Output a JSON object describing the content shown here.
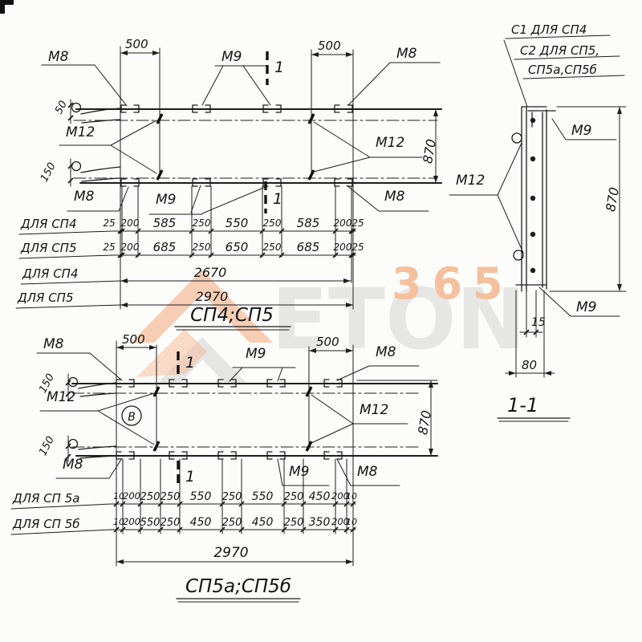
{
  "watermark": {
    "brand": "ETON",
    "number": "365"
  },
  "upper": {
    "title": "СП4;СП5",
    "dim_500": "500",
    "dim_50": "50",
    "dim_150": "150",
    "dim_870": "870",
    "section_mark": "1",
    "m8": "М8",
    "m9": "М9",
    "m12": "М12",
    "rows": [
      {
        "label": "ДЛЯ СП4",
        "values": [
          "25",
          "200",
          "585",
          "250",
          "550",
          "250",
          "585",
          "200",
          "25"
        ]
      },
      {
        "label": "ДЛЯ СП5",
        "values": [
          "25",
          "200",
          "685",
          "250",
          "650",
          "250",
          "685",
          "200",
          "25"
        ]
      }
    ],
    "totals": [
      {
        "label": "ДЛЯ СП4",
        "value": "2670"
      },
      {
        "label": "ДЛЯ СП5",
        "value": "2970"
      }
    ]
  },
  "section": {
    "title": "1-1",
    "notes": [
      "С1 ДЛЯ СП4",
      "С2 ДЛЯ СП5,",
      "СП5а,СП5б"
    ],
    "m9": "М9",
    "m12": "М12",
    "dim_870": "870",
    "dim_15": "15",
    "dim_80": "80"
  },
  "lower": {
    "title": "СП5а;СП5б",
    "dim_500": "500",
    "dim_150": "150",
    "dim_870": "870",
    "dim_2970": "2970",
    "section_mark": "1",
    "position_mark": "В",
    "m8": "М8",
    "m9": "М9",
    "m12": "М12",
    "rows": [
      {
        "label": "ДЛЯ СП 5а",
        "values": [
          "10",
          "200",
          "250",
          "250",
          "550",
          "250",
          "550",
          "250",
          "450",
          "200",
          "10"
        ]
      },
      {
        "label": "ДЛЯ СП 5б",
        "values": [
          "10",
          "200",
          "550",
          "250",
          "450",
          "250",
          "450",
          "250",
          "350",
          "200",
          "10"
        ]
      }
    ]
  }
}
